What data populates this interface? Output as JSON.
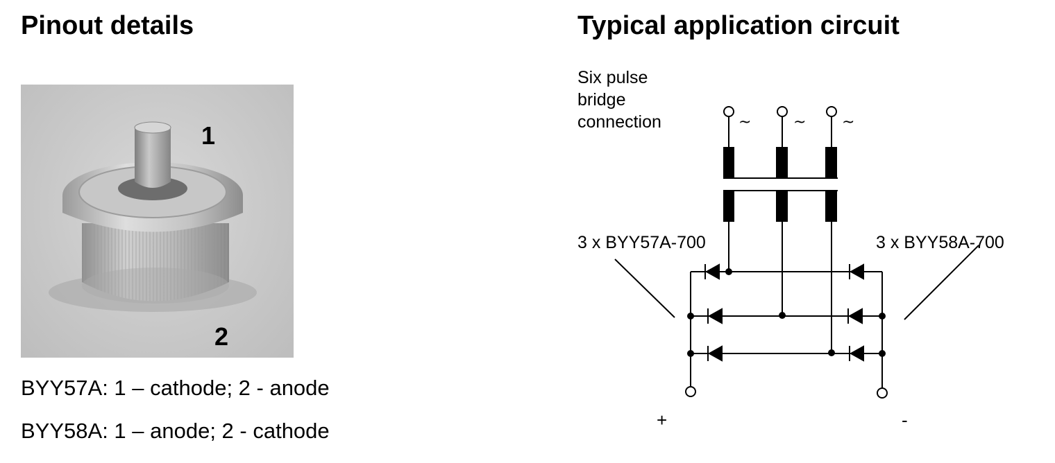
{
  "pinout": {
    "title": "Pinout details",
    "pin_labels": [
      "1",
      "2"
    ],
    "descriptions": [
      "BYY57A: 1 – cathode; 2 - anode",
      "BYY58A: 1 – anode; 2 - cathode"
    ]
  },
  "circuit": {
    "title": "Typical application circuit",
    "caption_lines": [
      "Six pulse",
      "bridge",
      "connection"
    ],
    "ac_symbol": "~",
    "left_diodes_label": "3 x BYY57A-700",
    "right_diodes_label": "3 x BYY58A-700",
    "plus_label": "+",
    "minus_label": "-"
  }
}
